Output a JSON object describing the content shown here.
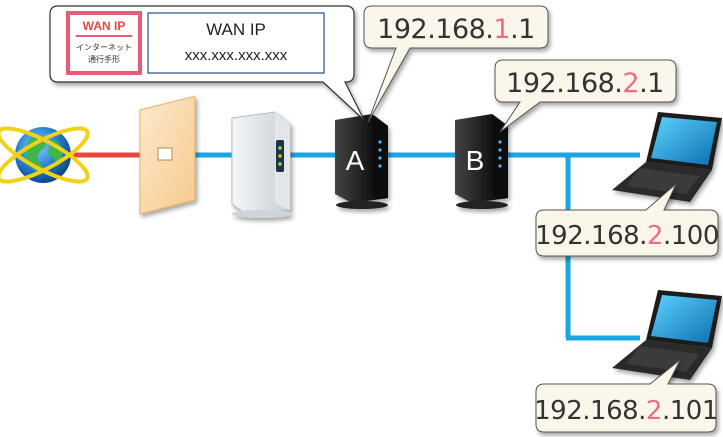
{
  "wan_card": {
    "badge_title": "WAN IP",
    "badge_line1": "インターネット",
    "badge_line2": "通行手形",
    "title": "WAN IP",
    "value": "xxx.xxx.xxx.xxx"
  },
  "router_a": {
    "label": "A",
    "ip_prefix": "192.168.",
    "ip_subnet": "1",
    "ip_suffix": ".1"
  },
  "router_b": {
    "label": "B",
    "ip_prefix": "192.168.",
    "ip_subnet": "2",
    "ip_suffix": ".1"
  },
  "laptop_1": {
    "ip_prefix": "192.168.",
    "ip_subnet": "2",
    "ip_suffix": ".100"
  },
  "laptop_2": {
    "ip_prefix": "192.168.",
    "ip_subnet": "2",
    "ip_suffix": ".101"
  },
  "colors": {
    "lan_cable": "#1aa7e0",
    "wan_cable": "#e8473f",
    "highlight": "#f06a8e",
    "callout_fill": "#fbf6ea",
    "badge_red": "#e85c7a"
  },
  "icons": [
    "globe-icon",
    "wall-outlet-icon",
    "modem-icon",
    "router-icon",
    "laptop-icon"
  ]
}
